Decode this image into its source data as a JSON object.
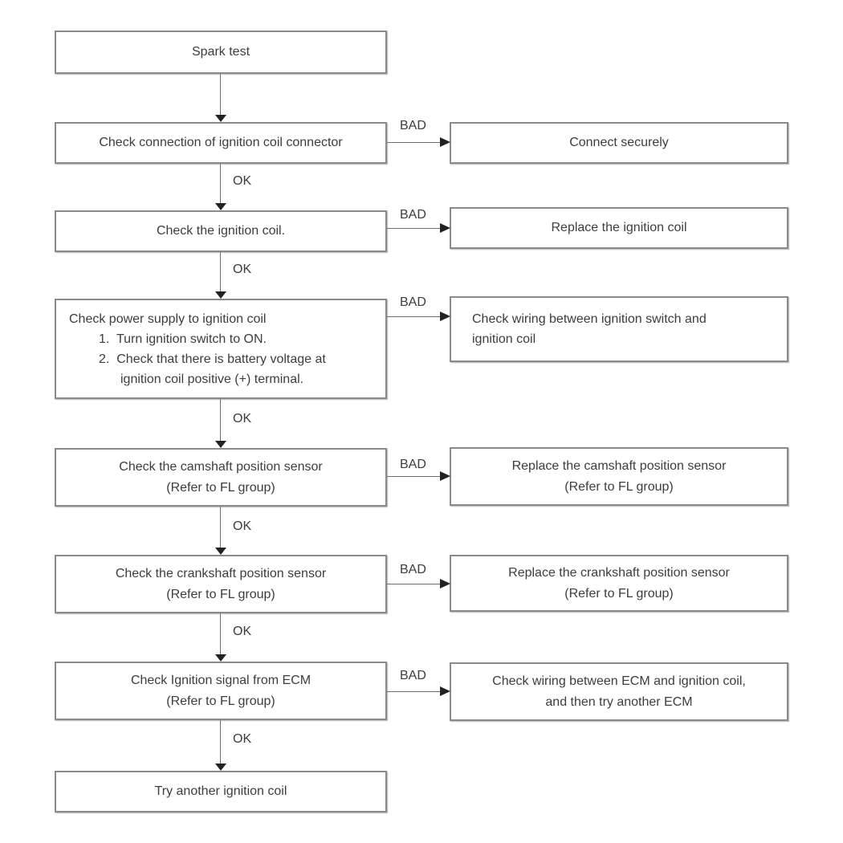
{
  "flowchart": {
    "labels": {
      "ok": "OK",
      "bad": "BAD"
    },
    "colors": {
      "box_border": "#8a8a8a",
      "connector_line": "#6e6e6e",
      "arrowhead": "#222222",
      "text": "#3d3d3d",
      "background": "#ffffff"
    },
    "start": {
      "text": "Spark test"
    },
    "steps": [
      {
        "check": "Check connection of ignition coil connector",
        "action": "Connect securely"
      },
      {
        "check": "Check the ignition coil.",
        "action": "Replace the ignition coil"
      },
      {
        "check_title": "Check power supply to ignition coil",
        "check_item1": "1.  Turn ignition switch to ON.",
        "check_item2": "2.  Check that there is battery voltage at",
        "check_item2_cont": "ignition coil positive (+) terminal.",
        "action_line1": "Check wiring between ignition switch and",
        "action_line2": "ignition coil"
      },
      {
        "check_line1": "Check the camshaft position sensor",
        "check_line2": "(Refer to FL group)",
        "action_line1": "Replace the camshaft position sensor",
        "action_line2": "(Refer to FL group)"
      },
      {
        "check_line1": "Check the crankshaft position sensor",
        "check_line2": "(Refer to FL group)",
        "action_line1": "Replace the crankshaft position sensor",
        "action_line2": "(Refer to FL group)"
      },
      {
        "check_line1": "Check Ignition signal from ECM",
        "check_line2": "(Refer to FL group)",
        "action_line1": "Check wiring between ECM and ignition coil,",
        "action_line2": "and then try another ECM"
      }
    ],
    "final": {
      "text": "Try another ignition coil"
    }
  }
}
